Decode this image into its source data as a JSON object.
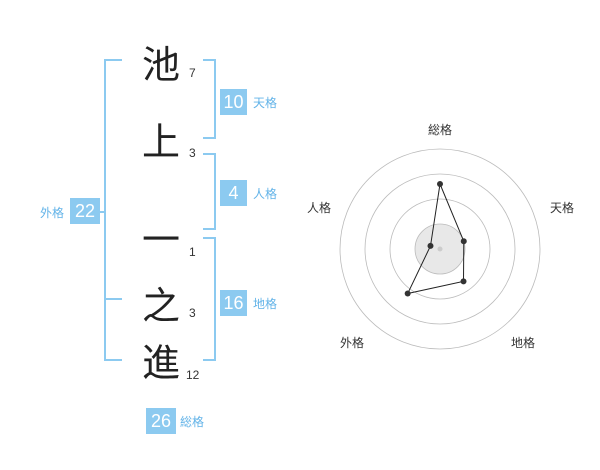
{
  "name": {
    "chars": [
      {
        "char": "池",
        "strokes": "7"
      },
      {
        "char": "上",
        "strokes": "3"
      },
      {
        "char": "一",
        "strokes": "1"
      },
      {
        "char": "之",
        "strokes": "3"
      },
      {
        "char": "進",
        "strokes": "12"
      }
    ]
  },
  "kaku": {
    "ten": {
      "value": "10",
      "label": "天格"
    },
    "jin": {
      "value": "4",
      "label": "人格"
    },
    "chi": {
      "value": "16",
      "label": "地格"
    },
    "gai": {
      "value": "22",
      "label": "外格"
    },
    "sou": {
      "value": "26",
      "label": "総格"
    }
  },
  "chart_data": {
    "type": "radar",
    "axes": [
      "総格",
      "天格",
      "地格",
      "外格",
      "人格"
    ],
    "values": [
      26,
      10,
      16,
      22,
      4
    ],
    "ring_count": 4,
    "colors": {
      "line": "#222222",
      "fill": "#e8e8e8",
      "ring": "#bbbbbb",
      "accent": "#8ccaf0"
    }
  }
}
